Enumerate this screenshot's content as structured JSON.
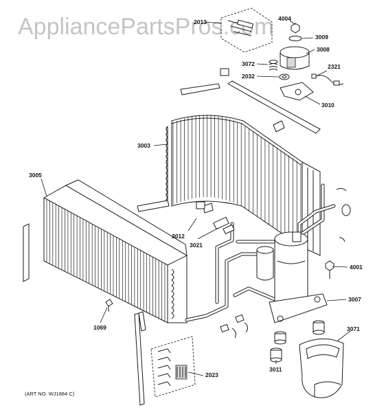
{
  "watermark": "AppliancePartsPros.com",
  "art_number": "(ART NO. WJ1884 C)",
  "labels": {
    "p4004": "4004",
    "p3009": "3009",
    "p3008": "3008",
    "p3072": "3072",
    "p2321": "2321",
    "p2032": "2032",
    "p3010": "3010",
    "p3003": "3003",
    "p3005": "3005",
    "p3012": "3012",
    "p3021": "3021",
    "p4001": "4001",
    "p3007": "3007",
    "p1069": "1069",
    "p3071": "3071",
    "p3011": "3011",
    "p2023": "2023",
    "p2013": "2013"
  }
}
